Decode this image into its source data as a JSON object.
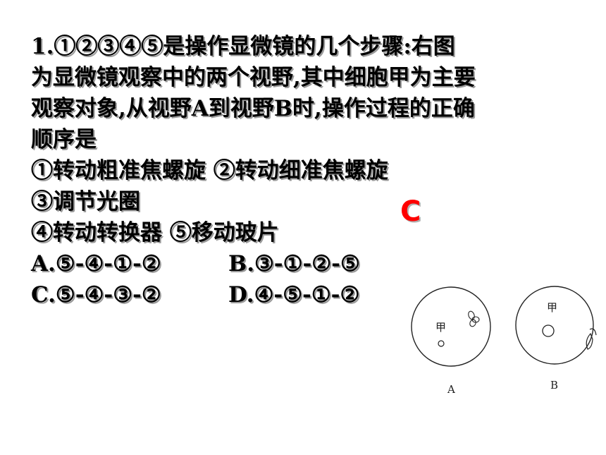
{
  "question": {
    "lines": [
      "1.①②③④⑤是操作显微镜的几个步骤:右图",
      "为显微镜观察中的两个视野,其中细胞甲为主要",
      "观察对象,从视野A到视野B时,操作过程的正确",
      "顺序是"
    ],
    "steps": [
      "①转动粗准焦螺旋 ②转动细准焦螺旋",
      "③调节光圈",
      "④转动转换器 ⑤移动玻片"
    ],
    "options": {
      "a": "A.⑤-④-①-②",
      "b": "B.③-①-②-⑤",
      "c": "C.⑤-④-③-②",
      "d": "D.④-⑤-①-②"
    }
  },
  "answer": "C",
  "figure": {
    "field_a_label": "A",
    "field_b_label": "B",
    "cell_label": "甲"
  }
}
